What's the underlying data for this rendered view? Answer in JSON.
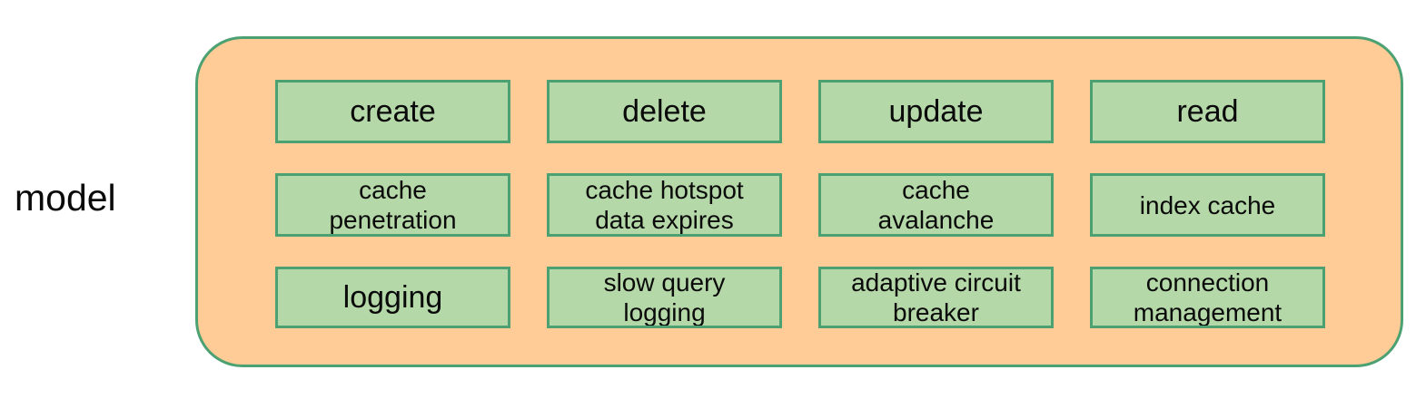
{
  "diagram": {
    "label": "model",
    "container": {
      "fill_color": "#ffcb96",
      "border_color": "#4ca172"
    },
    "box_style": {
      "fill_color": "#b5d8a8",
      "border_color": "#4ca172",
      "text_color": "#0a0a0a"
    },
    "grid": {
      "columns": 4,
      "rows": 3,
      "cells": [
        {
          "label": "create",
          "size": "lg"
        },
        {
          "label": "delete",
          "size": "lg"
        },
        {
          "label": "update",
          "size": "lg"
        },
        {
          "label": "read",
          "size": "lg"
        },
        {
          "label": "cache\npenetration",
          "size": "md"
        },
        {
          "label": "cache hotspot\ndata expires",
          "size": "md"
        },
        {
          "label": "cache\navalanche",
          "size": "md"
        },
        {
          "label": "index cache",
          "size": "md"
        },
        {
          "label": "logging",
          "size": "lg"
        },
        {
          "label": "slow query\nlogging",
          "size": "md"
        },
        {
          "label": "adaptive circuit\nbreaker",
          "size": "md"
        },
        {
          "label": "connection\nmanagement",
          "size": "md"
        }
      ]
    }
  }
}
